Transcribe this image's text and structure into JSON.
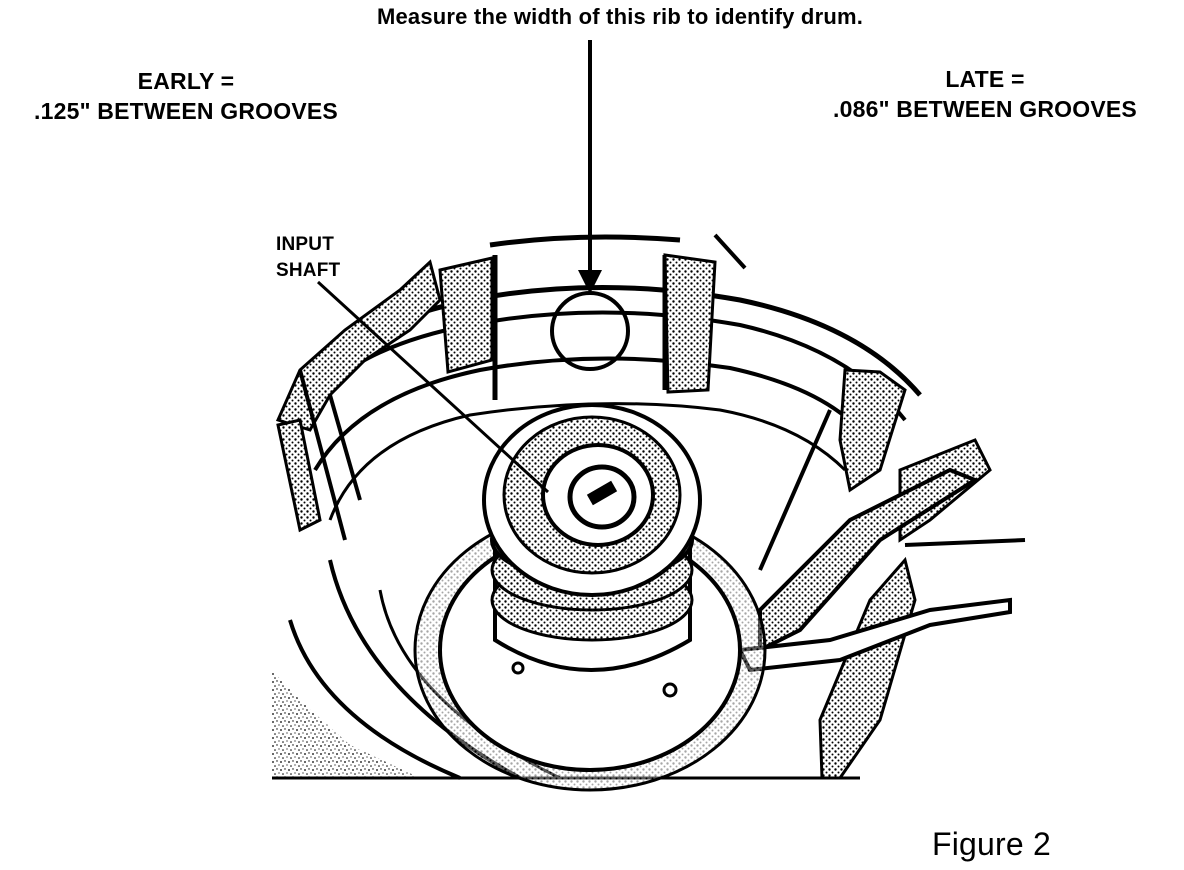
{
  "annotations": {
    "top_caption": "Measure the width of this rib to identify drum.",
    "early_line1": "EARLY =",
    "early_line2": ".125\" BETWEEN GROOVES",
    "late_line1": "LATE =",
    "late_line2": ".086\" BETWEEN GROOVES",
    "input_shaft_line1": "INPUT",
    "input_shaft_line2": "SHAFT"
  },
  "figure_label": "Figure 2"
}
